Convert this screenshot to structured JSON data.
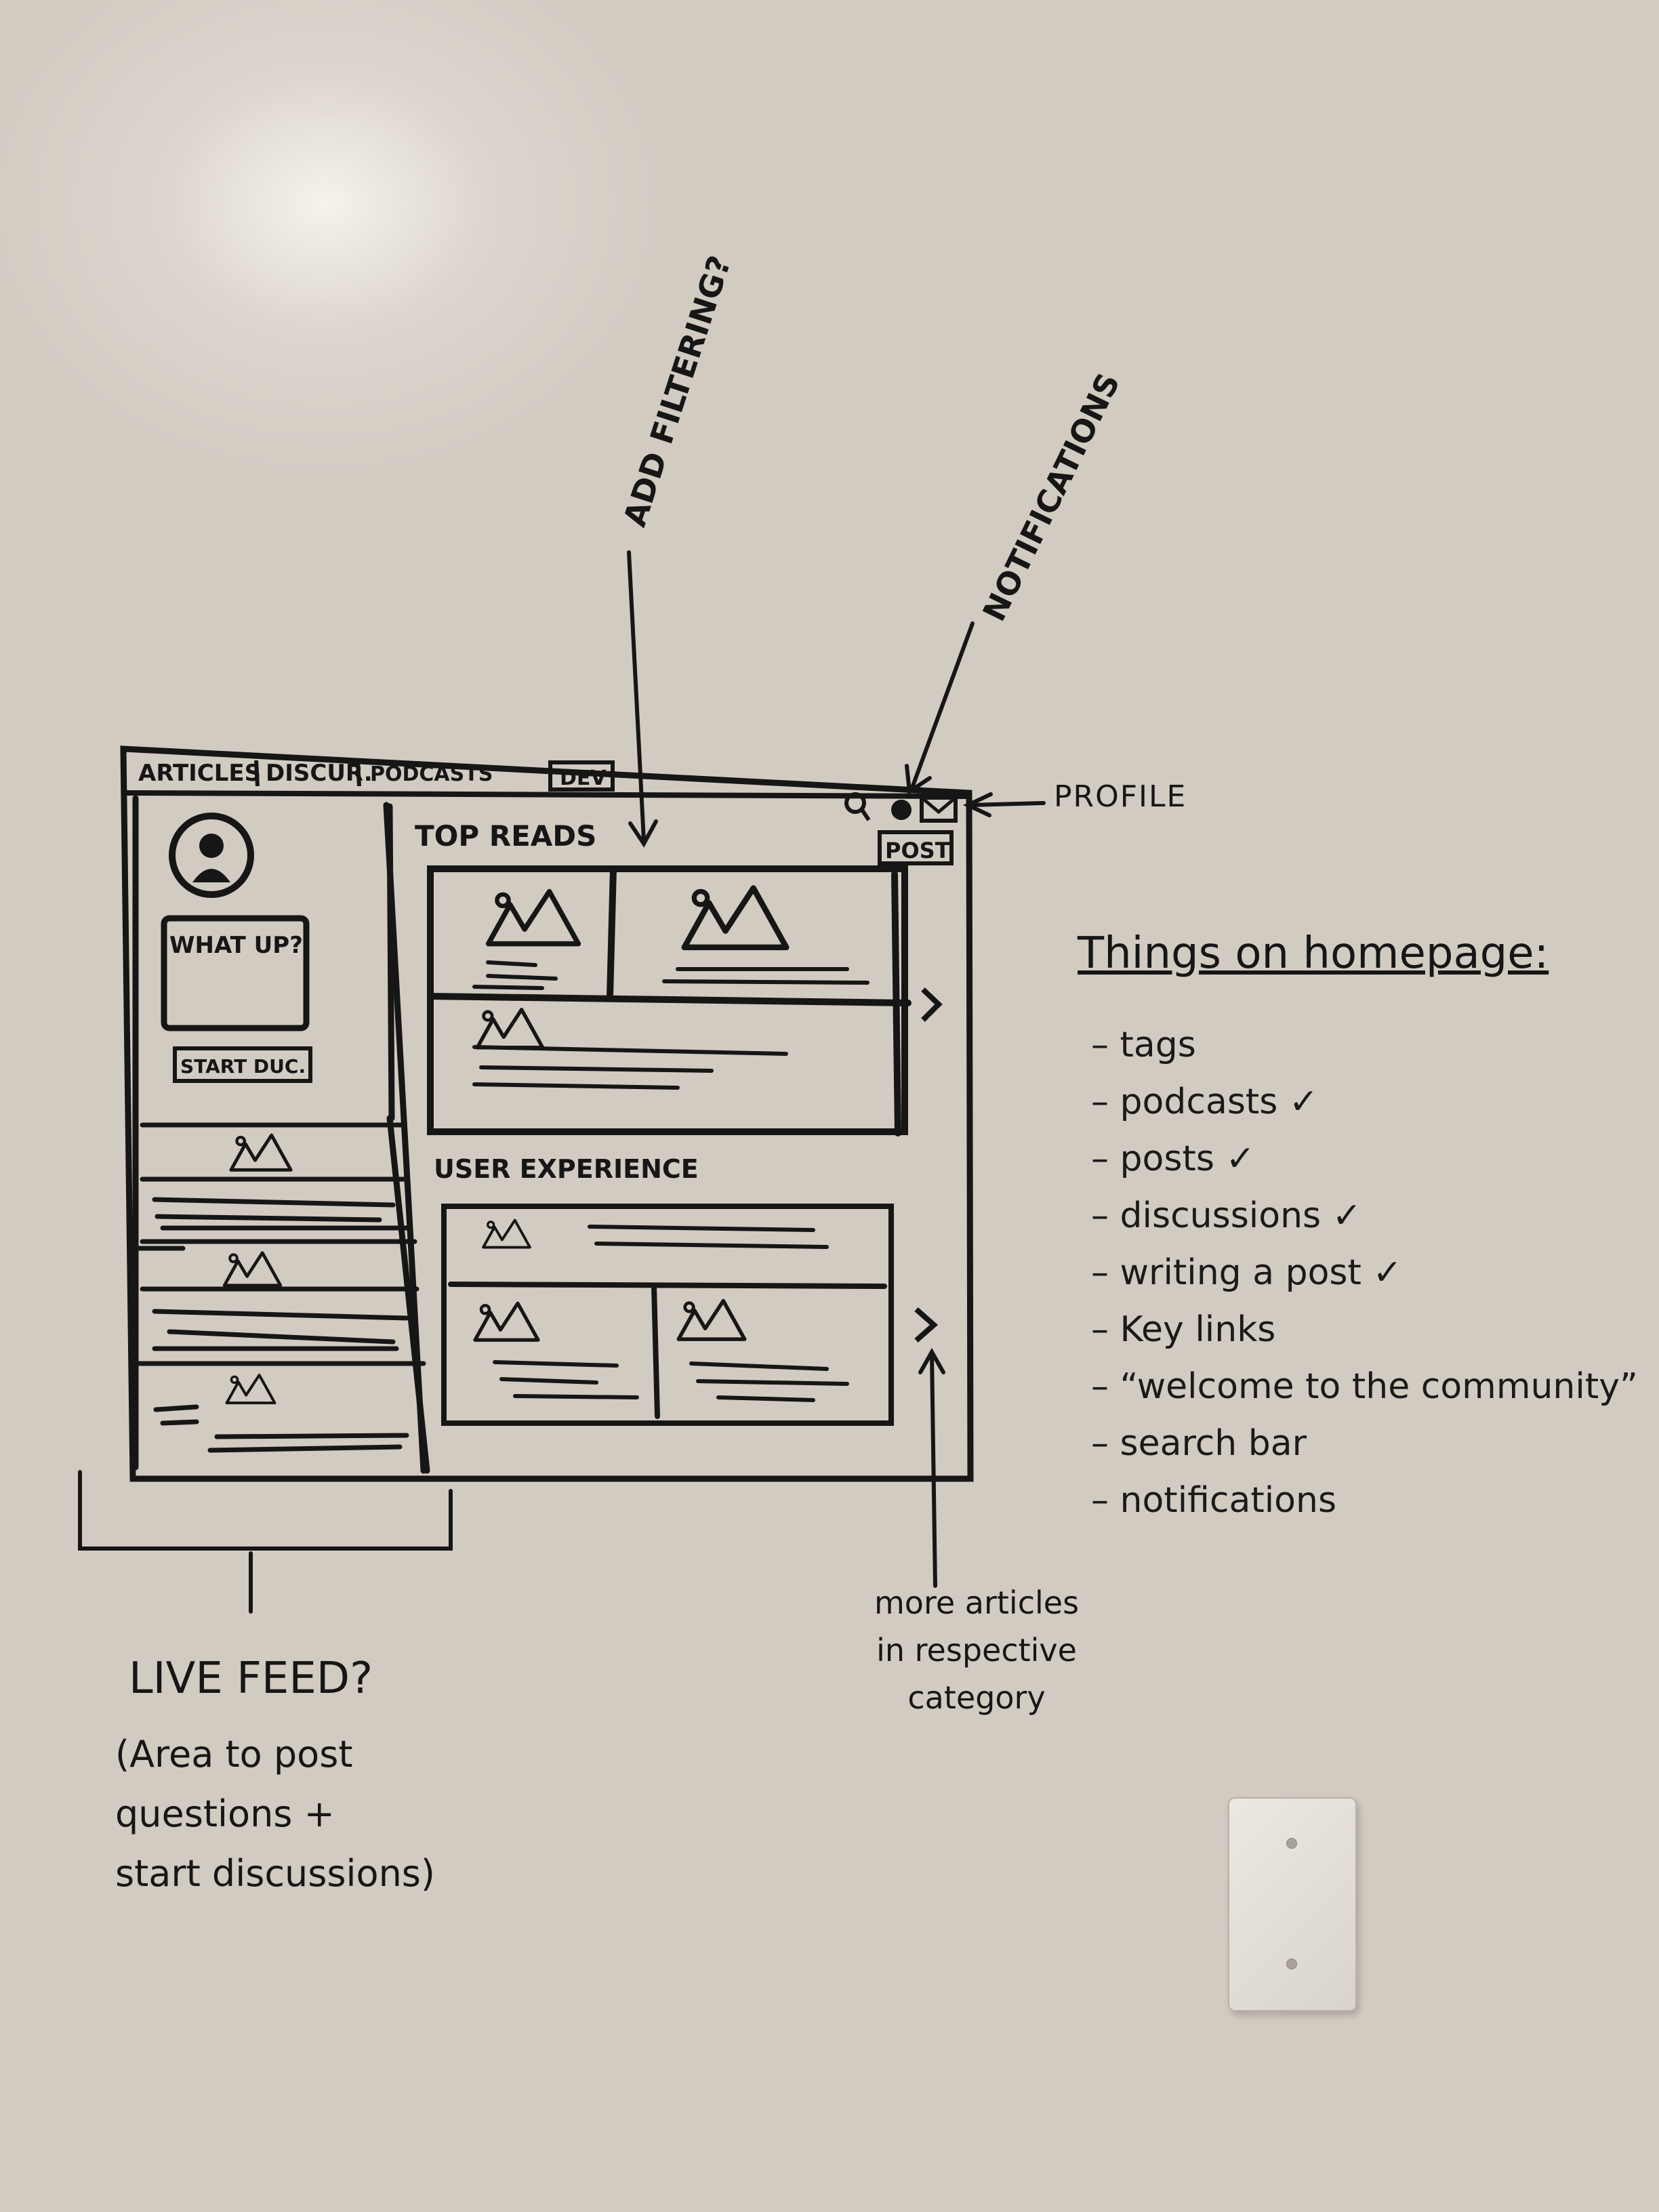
{
  "wireframe": {
    "nav": {
      "articles": "ARTICLES",
      "discussions": "DISCUR.",
      "podcasts": "PODCASTS",
      "logo": "DEV"
    },
    "sidebar": {
      "post_box_label": "WHAT UP?",
      "start_button": "START DUC."
    },
    "top_reads": {
      "title": "TOP READS",
      "post_button": "POST"
    },
    "user_experience": {
      "title": "USER EXPERIENCE"
    }
  },
  "annotations": {
    "add_filtering": "ADD FILTERING?",
    "notifications": "NOTIFICATIONS",
    "profile": "PROFILE",
    "live_feed": "LIVE FEED?",
    "live_feed_sub": "(Area to post\nquestions +\nstart discussions)",
    "more_articles": "more articles\nin respective\ncategory"
  },
  "homepage_list": {
    "title": "Things on homepage:",
    "items": [
      "tags",
      "podcasts ✓",
      "posts ✓",
      "discussions ✓",
      "writing a post ✓",
      "Key links",
      "“welcome to the community”",
      "search bar",
      "notifications"
    ]
  },
  "icons": [
    "profile-avatar-icon",
    "image-placeholder-icon",
    "search-icon",
    "mail-icon",
    "chevron-right-icon"
  ]
}
